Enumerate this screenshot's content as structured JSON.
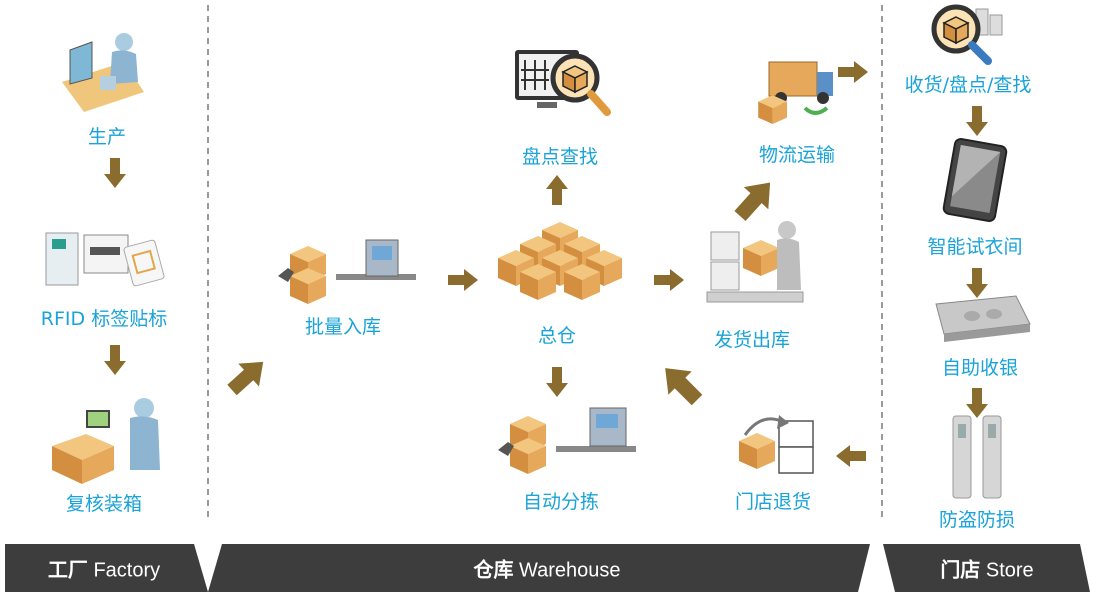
{
  "factory": {
    "steps": [
      "生产",
      "RFID 标签贴标",
      "复核装箱"
    ],
    "footer_cn": "工厂",
    "footer_en": "Factory"
  },
  "warehouse": {
    "batch_inbound": "批量入库",
    "main_warehouse": "总仓",
    "inventory_search": "盘点查找",
    "auto_sorting": "自动分拣",
    "outbound_shipping": "发货出库",
    "logistics": "物流运输",
    "store_return": "门店退货",
    "footer_cn": "仓库",
    "footer_en": "Warehouse"
  },
  "store": {
    "steps": [
      "收货/盘点/查找",
      "智能试衣间",
      "自助收银",
      "防盗防损"
    ],
    "footer_cn": "门店",
    "footer_en": "Store"
  },
  "colors": {
    "label": "#1aa3d9",
    "arrow": "#8a6d2e",
    "footer": "#3d3d3d",
    "divider": "#9a9a9a",
    "box": "#e3a553"
  }
}
